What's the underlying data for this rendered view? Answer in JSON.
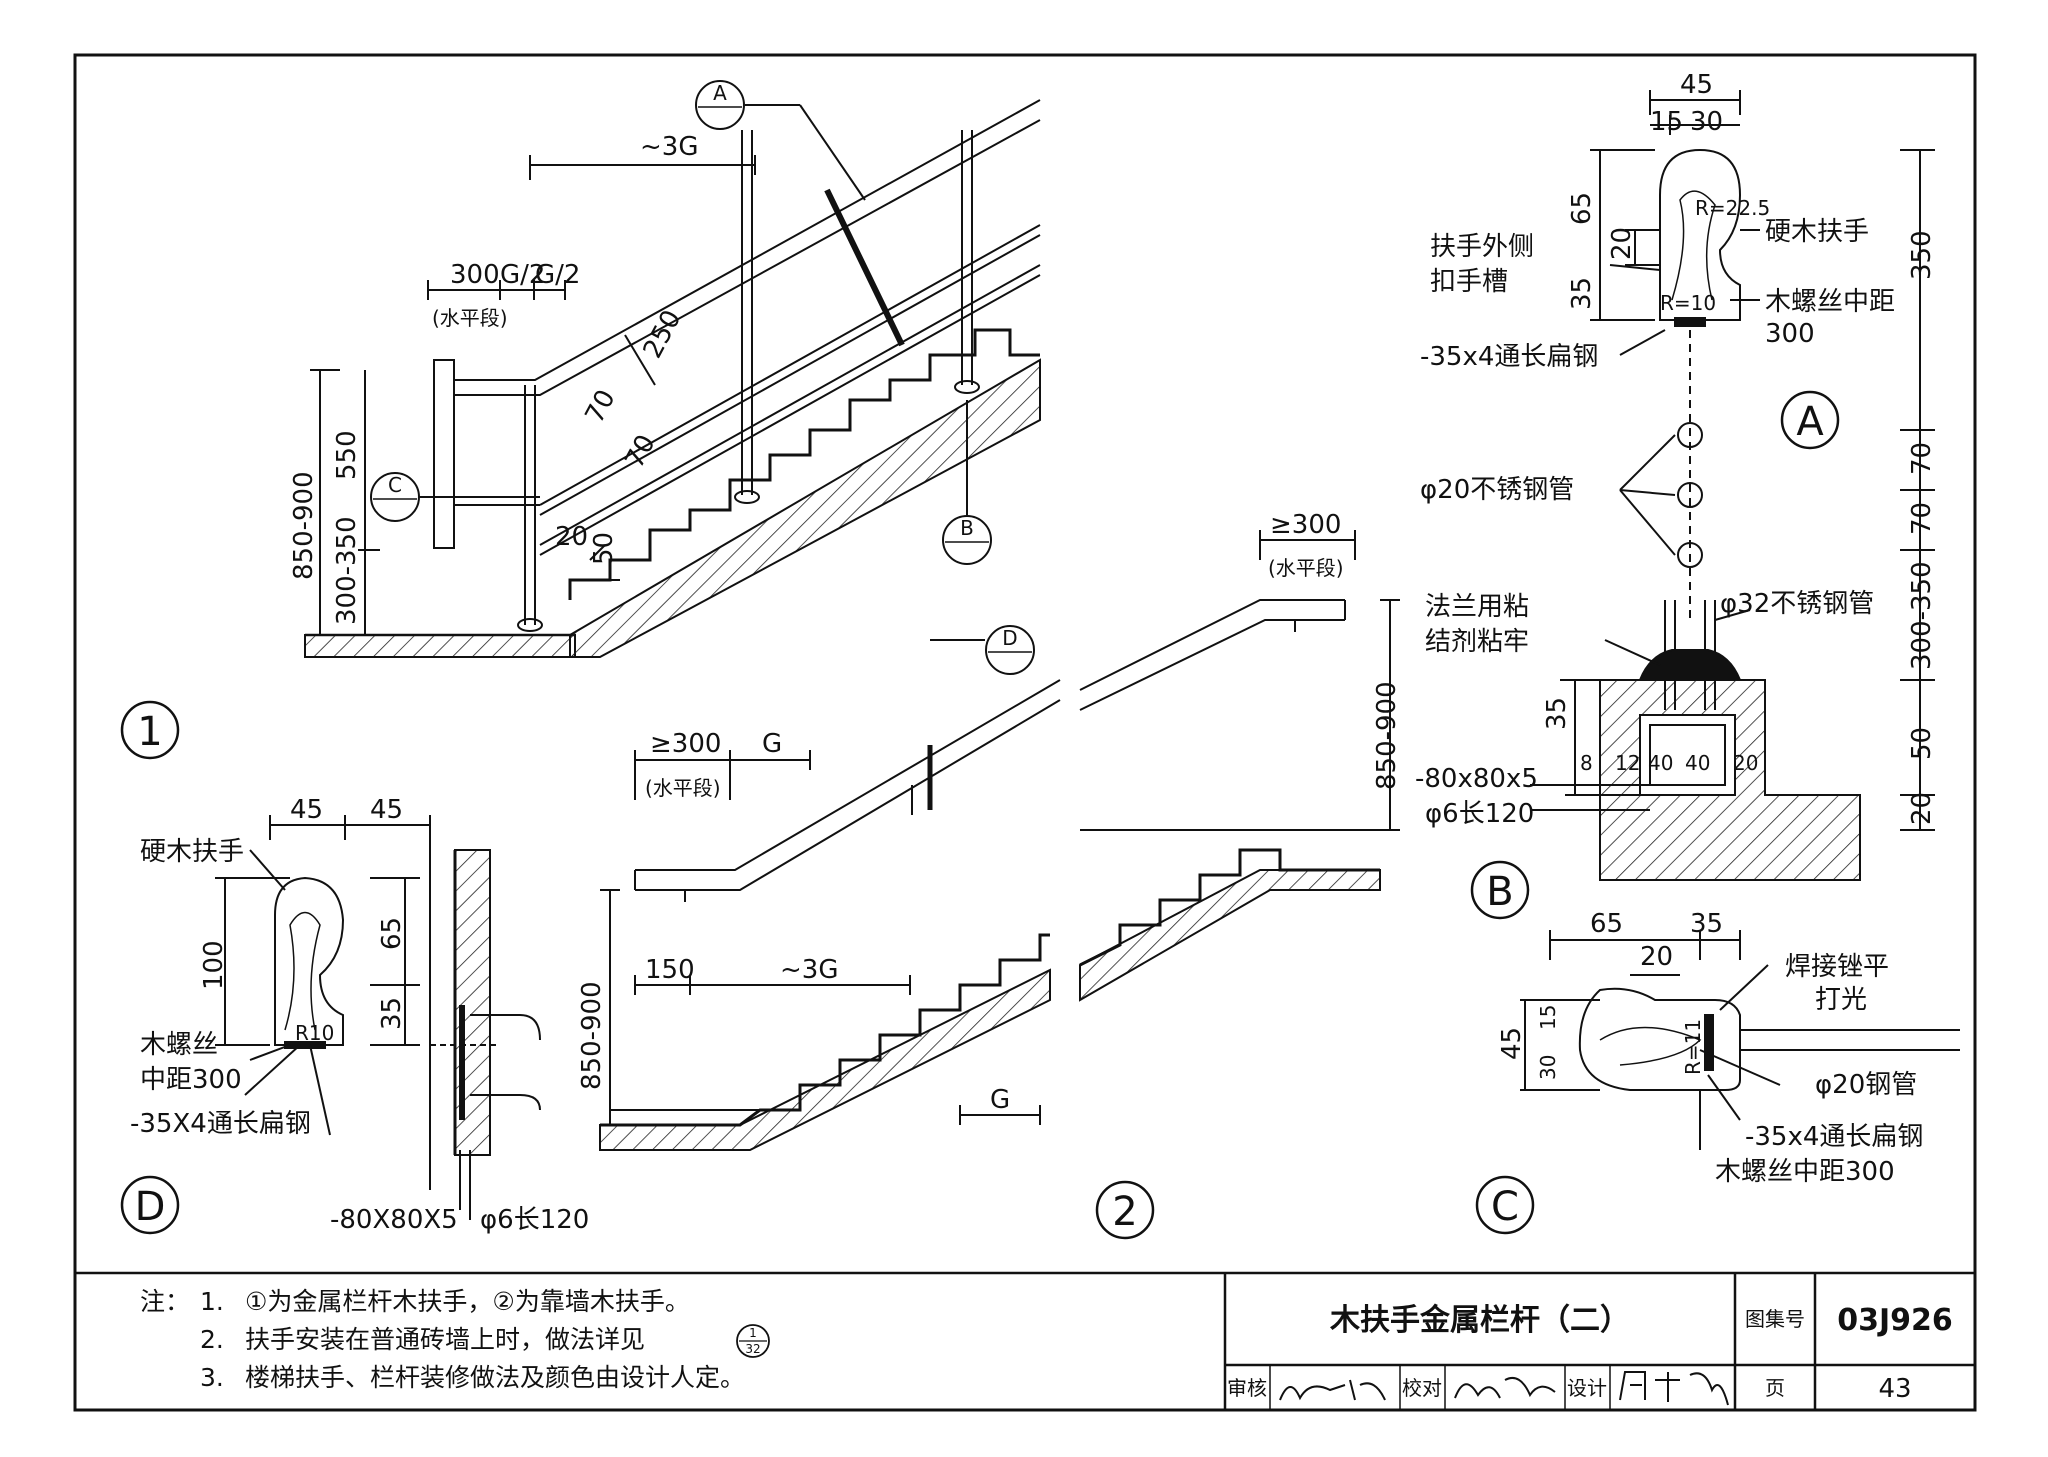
{
  "drawing": {
    "title": "木扶手金属栏杆（二）",
    "atlas_label": "图集号",
    "atlas_no": "03J926",
    "page_label": "页",
    "page_no": "43",
    "review_label": "审核",
    "check_label": "校对",
    "design_label": "设计"
  },
  "notes": {
    "prefix": "注：",
    "items": [
      {
        "num": "1.",
        "text": "①为金属栏杆木扶手，②为靠墙木扶手。"
      },
      {
        "num": "2.",
        "text": "扶手安装在普通砖墙上时，做法详见"
      },
      {
        "num": "3.",
        "text": "楼梯扶手、栏杆装修做法及颜色由设计人定。"
      }
    ],
    "ref_top": "1",
    "ref_bottom": "32"
  },
  "detail1": {
    "id": "1",
    "dims": {
      "approx_3g": "~3G",
      "d300": "300",
      "g2a": "G/2",
      "g2b": "G/2",
      "flat_seg": "(水平段)",
      "d250": "250",
      "d70a": "70",
      "d70b": "70",
      "d850": "850-900",
      "d550": "550",
      "d300_350": "300-350",
      "d20": "20",
      "d50": "50"
    },
    "callouts": {
      "a": "A",
      "b": "B",
      "c": "C"
    }
  },
  "detail2": {
    "id": "2",
    "dims": {
      "ge300_top": "≥300",
      "flat_top": "(水平段)",
      "ge300_left": "≥300",
      "g_top": "G",
      "flat_left": "(水平段)",
      "d850_right": "850-900",
      "d850_left": "850-900",
      "d150": "150",
      "approx_3g": "~3G",
      "g_bottom": "G"
    },
    "callout_d": "D"
  },
  "detailA": {
    "id": "A",
    "dims": {
      "d45": "45",
      "d15": "15",
      "d30": "30",
      "d65": "65",
      "d20": "20",
      "d35": "35",
      "r225": "R=22.5",
      "r10": "R=10",
      "d350": "350",
      "d70a": "70",
      "d70b": "70",
      "d300_350": "300-350",
      "d50": "50",
      "d20b": "20"
    },
    "labels": {
      "hardwood": "硬木扶手",
      "groove_1": "扶手外侧",
      "groove_2": "扣手槽",
      "screw_1": "木螺丝中距",
      "screw_2": "300",
      "flat_steel": "-35x4通长扁钢",
      "tube20": "φ20不锈钢管"
    }
  },
  "detailB": {
    "id": "B",
    "labels": {
      "flange_1": "法兰用粘",
      "flange_2": "结剂粘牢",
      "tube32": "φ32不锈钢管",
      "plate": "-80x80x5",
      "anchor": "φ6长120"
    },
    "dims": {
      "d35": "35",
      "d8": "8",
      "d12": "12",
      "d40a": "40",
      "d40b": "40",
      "d20": "20"
    }
  },
  "detailC": {
    "id": "C",
    "dims": {
      "d65": "65",
      "d35": "35",
      "d20": "20",
      "d45": "45",
      "d15": "15",
      "d30": "30",
      "r": "R=11"
    },
    "labels": {
      "weld_1": "焊接锉平",
      "weld_2": "打光",
      "tube20": "φ20钢管",
      "flat_steel": "-35x4通长扁钢",
      "screw": "木螺丝中距300"
    }
  },
  "detailD": {
    "id": "D",
    "dims": {
      "d45a": "45",
      "d45b": "45",
      "d100": "100",
      "d65": "65",
      "d35": "35",
      "r10": "R10"
    },
    "labels": {
      "hardwood": "硬木扶手",
      "screw_1": "木螺丝",
      "screw_2": "中距300",
      "flat_steel": "-35X4通长扁钢",
      "plate": "-80X80X5",
      "anchor": "φ6长120"
    }
  }
}
